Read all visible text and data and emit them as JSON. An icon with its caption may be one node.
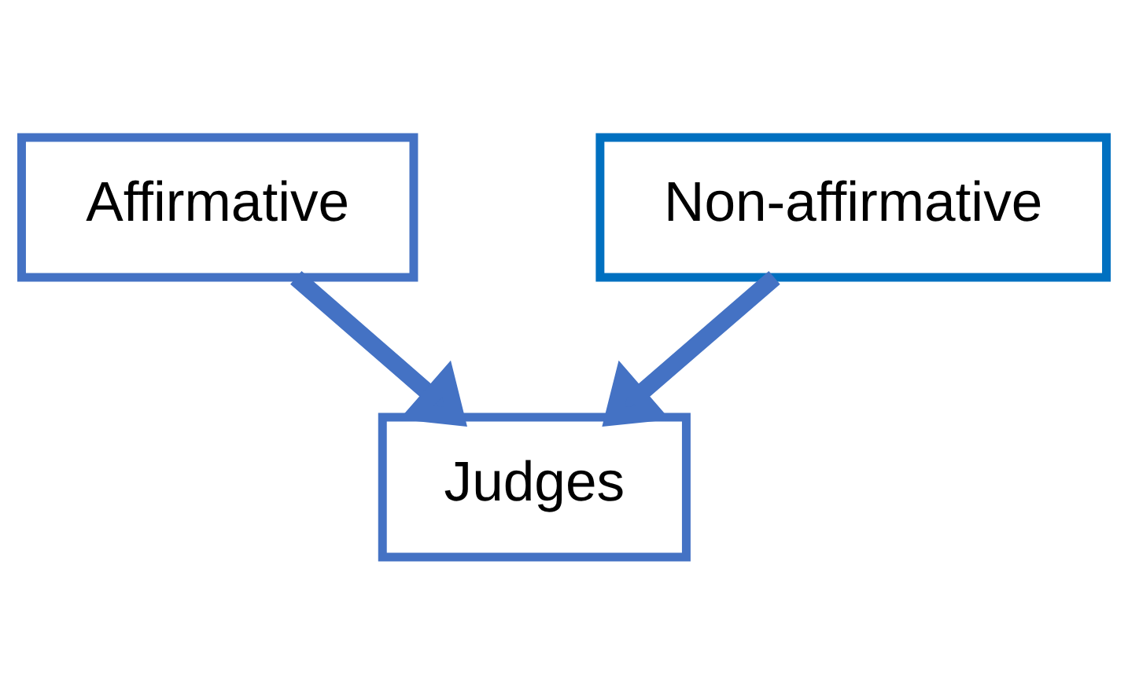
{
  "diagram": {
    "nodes": [
      {
        "text": [
          "Affirmative"
        ]
      },
      {
        "text": [
          "Non-affirmative"
        ]
      },
      {
        "text": [
          "Judges"
        ]
      }
    ],
    "edges": [
      {
        "from": 0,
        "to": 2,
        "arrow": "to"
      },
      {
        "from": 1,
        "to": 2,
        "arrow": "to"
      }
    ]
  }
}
